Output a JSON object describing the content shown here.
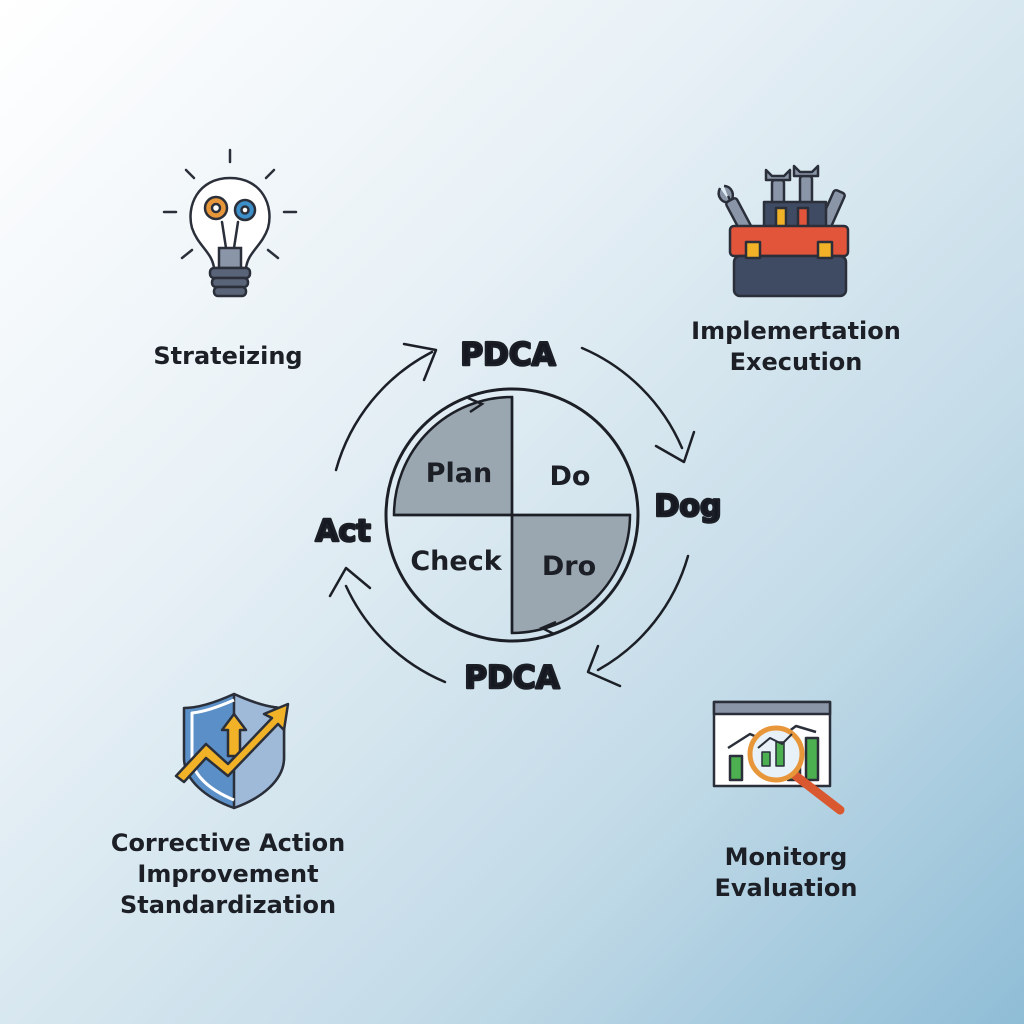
{
  "cycle": {
    "top_label": "PDCA",
    "bottom_label": "PDCA",
    "right_label": "Dog",
    "left_label": "Act",
    "quadrants": {
      "top_left": "Plan",
      "top_right": "Do",
      "bottom_left": "Check",
      "bottom_right": "Dro"
    }
  },
  "stages": {
    "strategizing": {
      "lines": [
        "Strateizing"
      ],
      "icon": "lightbulb-gears-icon"
    },
    "implementation": {
      "lines": [
        "Implemertation",
        "Execution"
      ],
      "icon": "toolbox-wrenches-icon"
    },
    "corrective": {
      "lines": [
        "Corrective Action",
        "Improvement",
        "Standardization"
      ],
      "icon": "shield-growth-arrow-icon"
    },
    "monitoring": {
      "lines": [
        "Monitorg",
        "Evaluation"
      ],
      "icon": "chart-magnifier-icon"
    }
  },
  "colors": {
    "quadrant_fill": "#9aa7b1",
    "stroke": "#1c1f26",
    "gear_orange": "#e8963a",
    "gear_blue": "#3d8fc9",
    "toolbox_red": "#e2553a",
    "toolbox_navy": "#3f4a63",
    "shield_blue": "#5b8fc7",
    "arrow_yellow": "#f1b227",
    "chart_green": "#4caf50",
    "magnifier_handle": "#d9582f"
  }
}
